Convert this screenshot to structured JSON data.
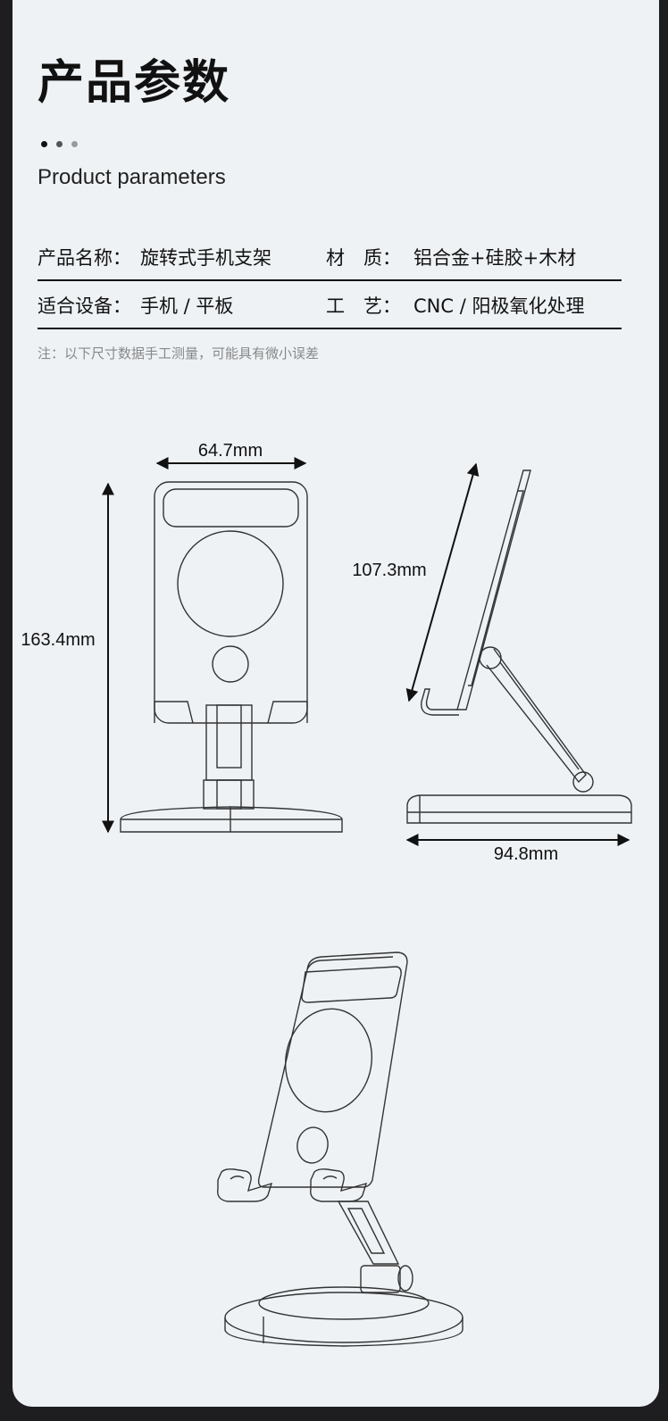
{
  "header": {
    "title": "产品参数",
    "subtitle": "Product parameters",
    "dot_colors": [
      "#111111",
      "#555555",
      "#9a9a9a"
    ]
  },
  "specs": {
    "name_label": "产品名称：",
    "name_value": "旋转式手机支架",
    "material_label": "材　质：",
    "material_value": "铝合金+硅胶+木材",
    "device_label": "适合设备：",
    "device_value": "手机 / 平板",
    "process_label": "工　艺：",
    "process_value": "CNC / 阳极氧化处理"
  },
  "note": "注：以下尺寸数据手工测量，可能具有微小误差",
  "dimensions": {
    "width": "64.7mm",
    "height": "163.4mm",
    "arm": "107.3mm",
    "depth": "94.8mm"
  },
  "colors": {
    "line": "#333333",
    "accent_text": "#111111",
    "background": "#eef2f5"
  }
}
